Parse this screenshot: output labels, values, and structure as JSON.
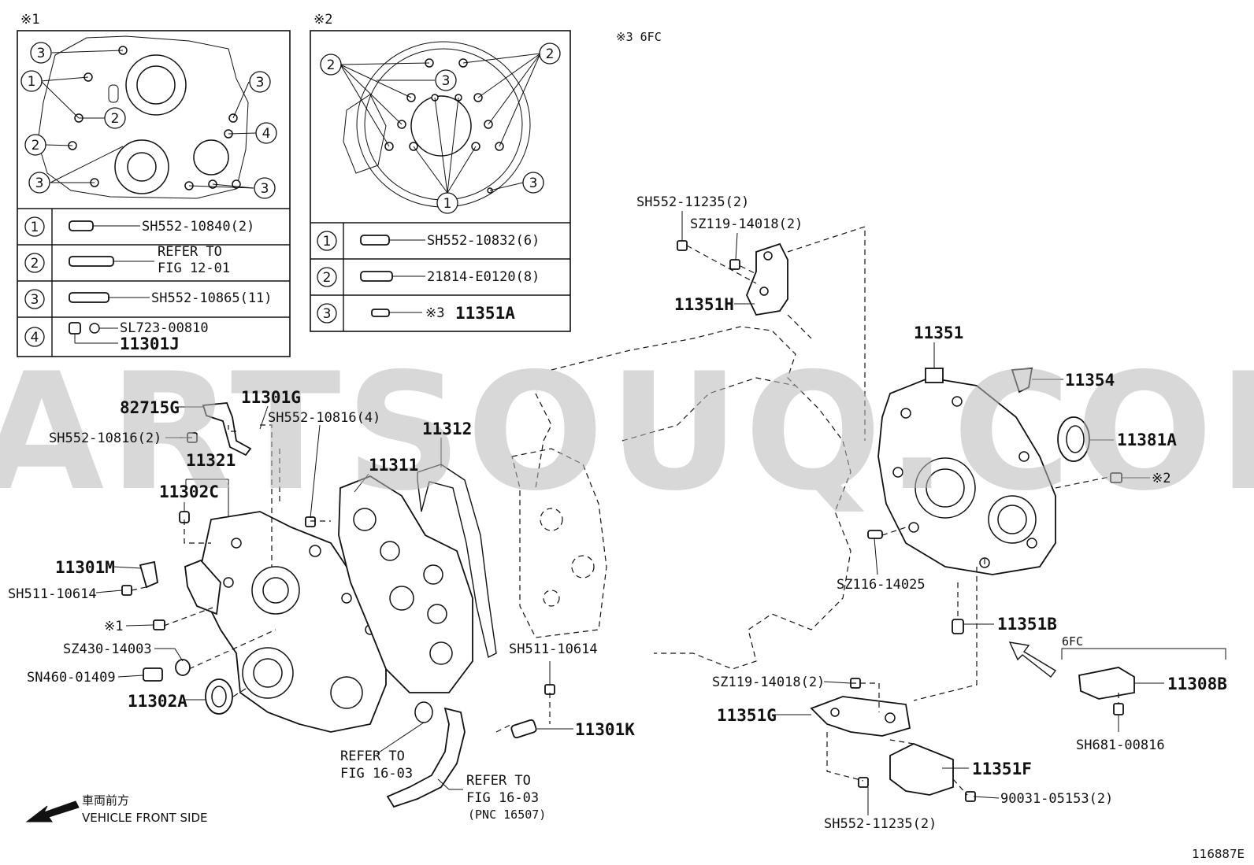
{
  "watermark": "PARTSOUQ.COM",
  "figure_id": "116887E",
  "inset1": {
    "mark": "※1",
    "rows": [
      {
        "num": "1",
        "part": "SH552-10840(2)"
      },
      {
        "num": "2",
        "part_line1": "REFER TO",
        "part_line2": "FIG 12-01"
      },
      {
        "num": "3",
        "part": "SH552-10865(11)"
      },
      {
        "num": "4",
        "part": "SL723-00810",
        "part2": "11301J"
      }
    ],
    "callouts": [
      "3",
      "1",
      "2",
      "2",
      "3",
      "3",
      "4",
      "3"
    ]
  },
  "inset2": {
    "mark": "※2",
    "rows": [
      {
        "num": "1",
        "part": "SH552-10832(6)"
      },
      {
        "num": "2",
        "part": "21814-E0120(8)"
      },
      {
        "num": "3",
        "mark": "※3",
        "part": "11351A"
      }
    ],
    "callouts": [
      "2",
      "2",
      "3",
      "1",
      "3"
    ]
  },
  "note3": "※3 6FC",
  "labels": {
    "l_82715G": "82715G",
    "l_11301G": "11301G",
    "l_SH552_10816_4": "SH552-10816(4)",
    "l_SH552_10816_2": "SH552-10816(2)",
    "l_11321": "11321",
    "l_11302C": "11302C",
    "l_11311": "11311",
    "l_11312": "11312",
    "l_11301M": "11301M",
    "l_SH511_10614_a": "SH511-10614",
    "l_mark1": "※1",
    "l_SZ430_14003": "SZ430-14003",
    "l_SN460_01409": "SN460-01409",
    "l_11302A": "11302A",
    "l_refer1a": "REFER TO",
    "l_refer1b": "FIG 16-03",
    "l_refer2a": "REFER TO",
    "l_refer2b": "FIG 16-03",
    "l_refer2c": "(PNC 16507)",
    "l_SH511_10614_b": "SH511-10614",
    "l_11301K": "11301K",
    "l_SH552_11235_top": "SH552-11235(2)",
    "l_SZ119_14018_top": "SZ119-14018(2)",
    "l_11351H": "11351H",
    "l_11351": "11351",
    "l_11354": "11354",
    "l_11381A": "11381A",
    "l_mark2": "※2",
    "l_SZ116_14025": "SZ116-14025",
    "l_11351B": "11351B",
    "l_6FC": "6FC",
    "l_11308B": "11308B",
    "l_SH681_00816": "SH681-00816",
    "l_SZ119_14018_bot": "SZ119-14018(2)",
    "l_11351G": "11351G",
    "l_11351F": "11351F",
    "l_90031_05153": "90031-05153(2)",
    "l_SH552_11235_bot": "SH552-11235(2)",
    "l_front_jp": "車両前方",
    "l_front_en": "VEHICLE FRONT SIDE"
  }
}
